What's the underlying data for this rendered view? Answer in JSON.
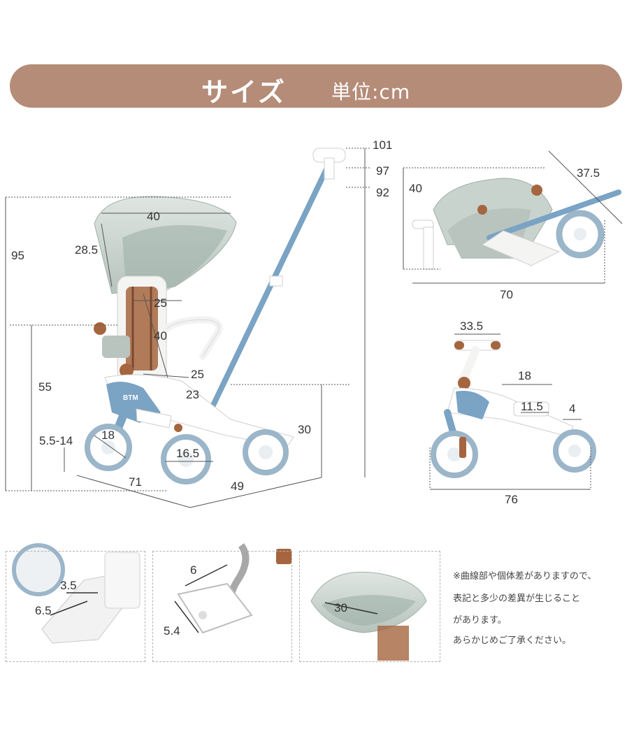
{
  "header": {
    "title": "サイズ",
    "unit": "単位:cm"
  },
  "main_view": {
    "dims": {
      "d101": "101",
      "d97": "97",
      "d92": "92",
      "d95": "95",
      "d40_canopy": "40",
      "d28_5": "28.5",
      "d25_back": "25",
      "d40_seat": "40",
      "d25_seat": "25",
      "d23": "23",
      "d55": "55",
      "d5_5_14": "5.5-14",
      "d18": "18",
      "d16_5": "16.5",
      "d30": "30",
      "d71": "71",
      "d49": "49"
    },
    "brand": "BTM"
  },
  "folded_view": {
    "dims": {
      "d40": "40",
      "d37_5": "37.5",
      "d70": "70"
    }
  },
  "balance_view": {
    "dims": {
      "d33_5": "33.5",
      "d18": "18",
      "d11_5": "11.5",
      "d4": "4",
      "d76": "76"
    }
  },
  "details": {
    "footrest": {
      "d3_5": "3.5",
      "d6_5": "6.5"
    },
    "pedal": {
      "d6": "6",
      "d5_4": "5.4"
    },
    "canopy": {
      "d30": "30"
    }
  },
  "notes": [
    "※曲線部や個体差がありますので、",
    "表記と多少の差異が生じること",
    "があります。",
    "あらかじめご了承ください。"
  ],
  "colors": {
    "banner": "#b48c78",
    "frame_blue": "#7aa3c4",
    "canopy": "#c9d3ce",
    "leather": "#a5653f"
  }
}
